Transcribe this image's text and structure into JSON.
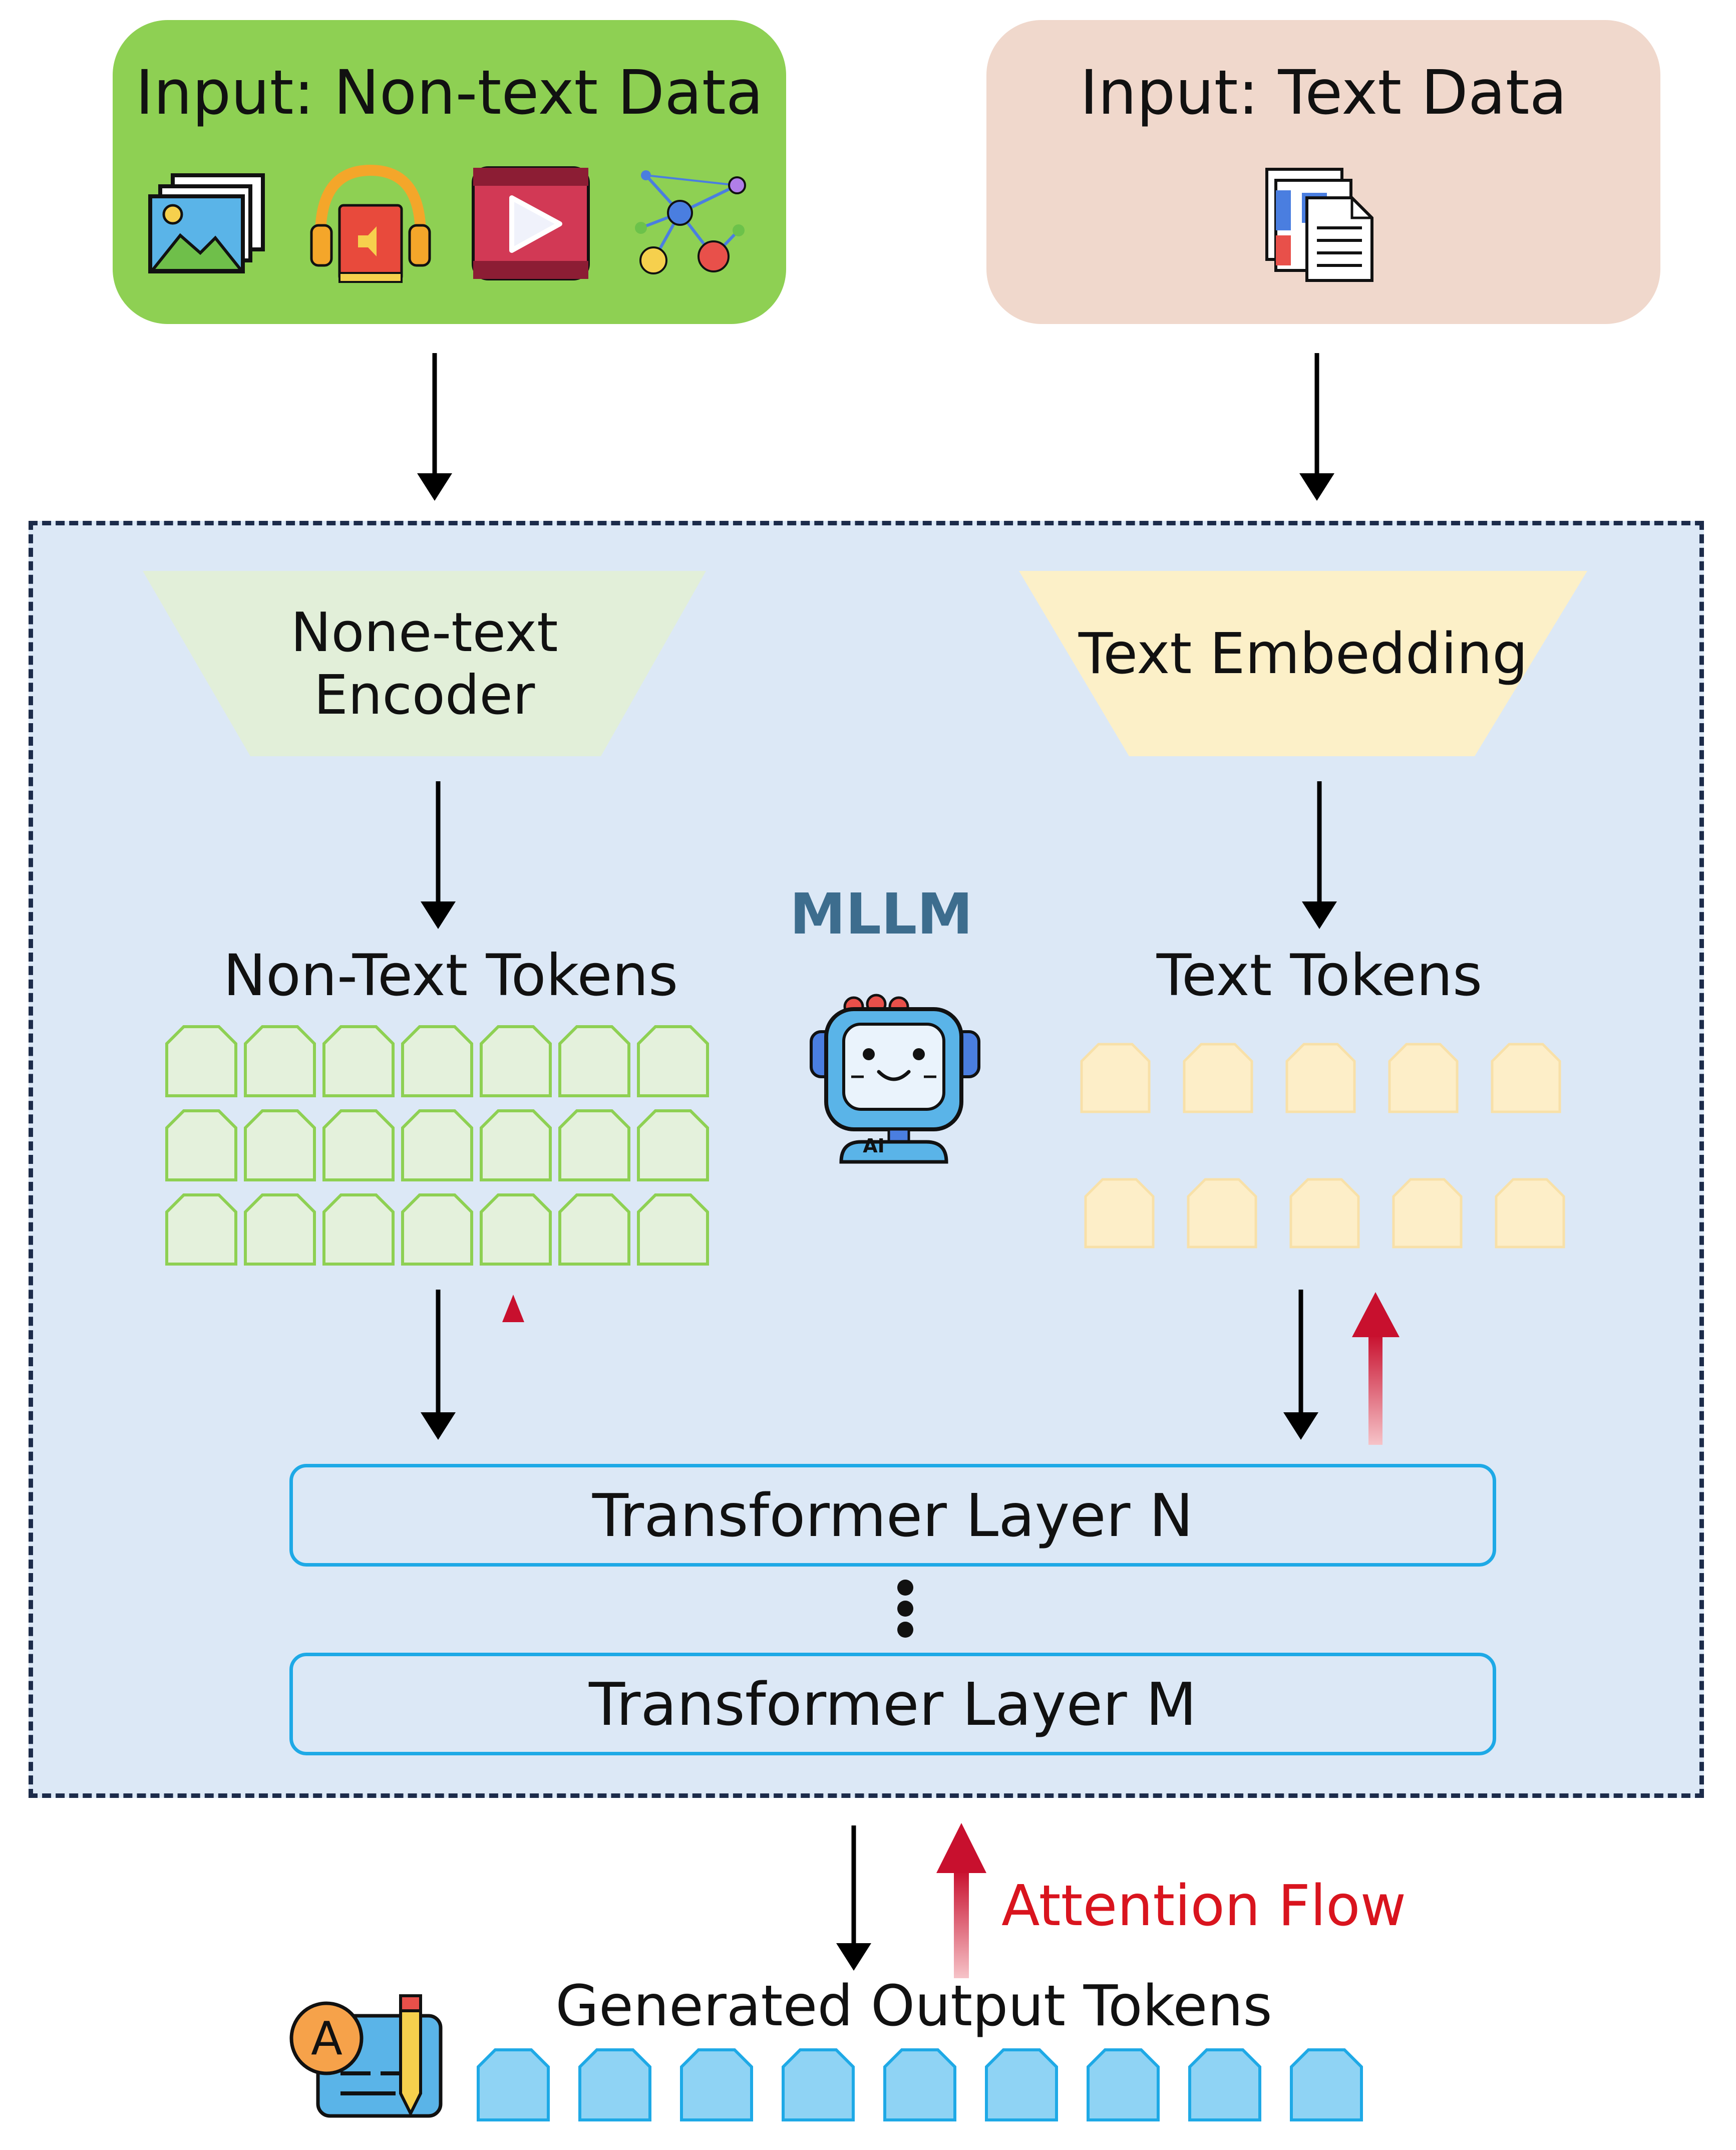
{
  "inputs": {
    "nontext_title": "Input: Non-text Data",
    "text_title": "Input: Text Data",
    "nontext_icons": [
      "image-icon",
      "audio-book-icon",
      "video-icon",
      "graph-icon"
    ],
    "text_icons": [
      "documents-icon"
    ]
  },
  "model": {
    "name": "MLLM",
    "robot_badge": "AI",
    "nontext_encoder_line1": "None-text",
    "nontext_encoder_line2": "Encoder",
    "text_embedding": "Text Embedding",
    "nontext_tokens_label": "Non-Text Tokens",
    "text_tokens_label": "Text Tokens",
    "layer_top": "Transformer Layer N",
    "layer_bottom": "Transformer Layer M"
  },
  "output": {
    "label": "Generated Output Tokens",
    "badge": "A",
    "token_count": 9
  },
  "legend": {
    "attention_flow": "Attention Flow"
  },
  "tokens": {
    "nontext_rows": 3,
    "nontext_cols": 7,
    "text_rows": 2,
    "text_cols": 5
  },
  "colors": {
    "nontext_input": "#8ed053",
    "text_input": "#f0d8cc",
    "model_bg": "#dce8f6",
    "encoder_fill": "#e2efd9",
    "embedding_fill": "#fcf0c8",
    "nontext_token_fill": "#e4f1dc",
    "nontext_token_stroke": "#8ed053",
    "text_token_fill": "#fdeec8",
    "text_token_stroke": "#f8e0a8",
    "output_token_fill": "#8fd3f4",
    "output_token_stroke": "#1ea9e6",
    "layer_border": "#1ea9e6",
    "attention": "#c8102e",
    "mllm_text": "#3d6d8e"
  }
}
